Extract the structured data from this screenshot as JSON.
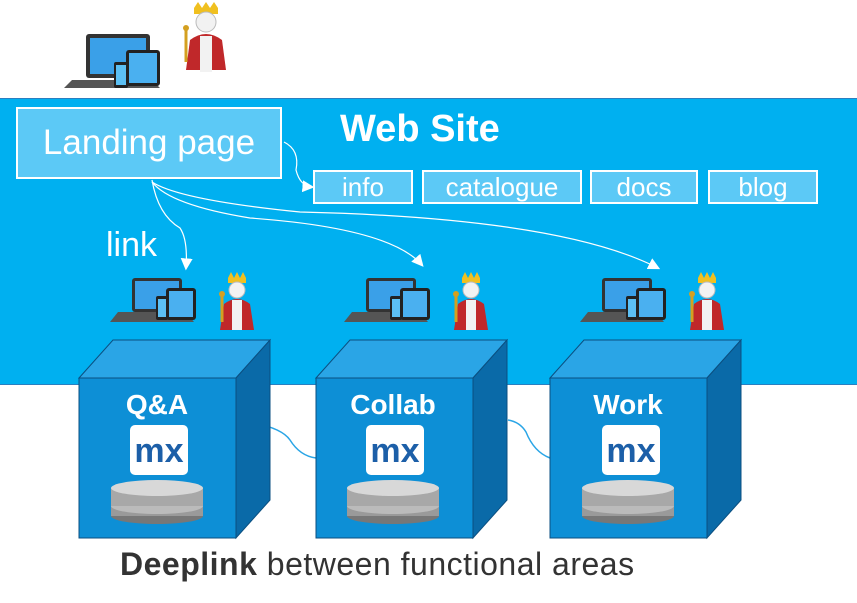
{
  "website": {
    "title": "Web Site",
    "landing_page": "Landing page",
    "nav": [
      "info",
      "catalogue",
      "docs",
      "blog"
    ],
    "link_label": "link"
  },
  "modules": [
    {
      "label": "Q&A",
      "logo": "mx"
    },
    {
      "label": "Collab",
      "logo": "mx"
    },
    {
      "label": "Work",
      "logo": "mx"
    }
  ],
  "caption": {
    "bold": "Deeplink",
    "rest": " between functional areas"
  },
  "icons": [
    "devices-icon",
    "king-user-icon",
    "database-icon"
  ],
  "colors": {
    "band": "#00b0f0",
    "cube_front": "#0d8fd6",
    "cube_side": "#0a6aa8",
    "cube_top": "#2aa5e6",
    "mx_text": "#1c5fa8"
  }
}
